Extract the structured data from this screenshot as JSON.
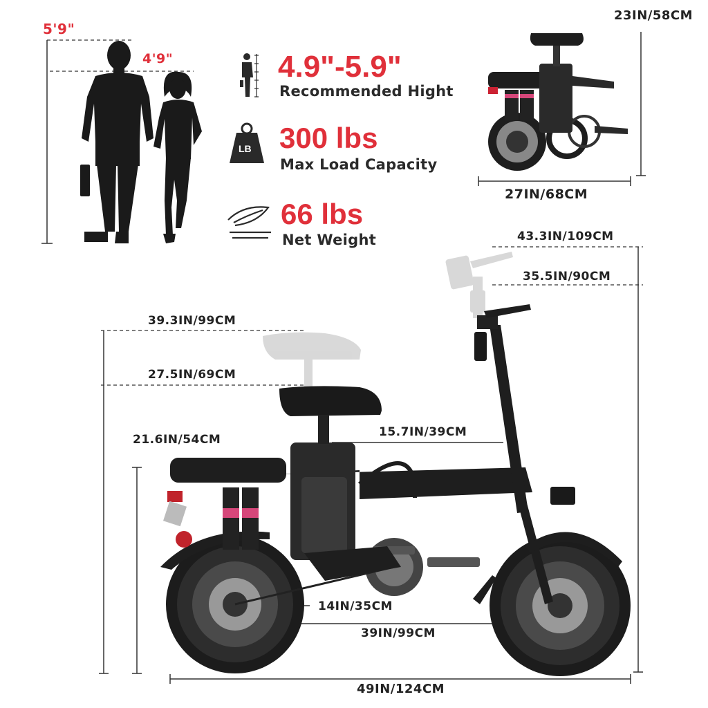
{
  "heights": {
    "tall": "5'9\"",
    "short": "4'9\""
  },
  "specs": [
    {
      "value": "4.9\"-5.9\"",
      "label": "Recommended Hight",
      "icon": "person-icon"
    },
    {
      "value": "300 lbs",
      "label": "Max Load Capacity",
      "icon": "weight-lb-icon"
    },
    {
      "value": "66 lbs",
      "label": "Net Weight",
      "icon": "feather-scale-icon"
    }
  ],
  "weight_icon_text": "LB",
  "folded": {
    "height": "23IN/58CM",
    "length": "27IN/68CM"
  },
  "bike": {
    "handlebar_max": "43.3IN/109CM",
    "handlebar_min": "35.5IN/90CM",
    "seat_max": "39.3IN/99CM",
    "seat_min": "27.5IN/69CM",
    "rear_height": "21.6IN/54CM",
    "seat_to_bar": "15.7IN/39CM",
    "wheel": "14IN/35CM",
    "wheelbase": "39IN/99CM",
    "total_length": "49IN/124CM"
  },
  "colors": {
    "accent": "#e0303a",
    "frame": "#1e1e1e",
    "shock_spring": "#d6477a"
  }
}
